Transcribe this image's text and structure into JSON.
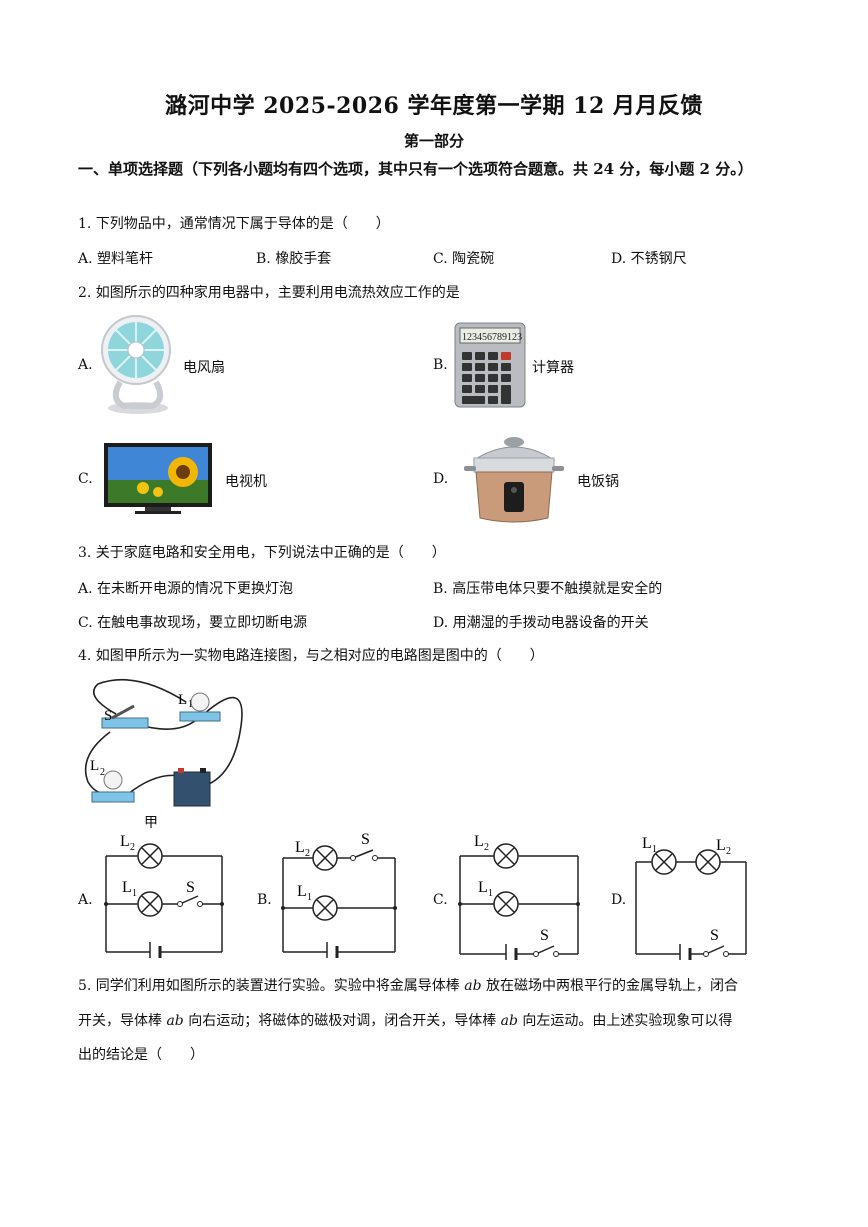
{
  "header": {
    "title": "潞河中学 2025-2026 学年度第一学期 12 月月反馈",
    "part": "第一部分",
    "section": "一、单项选择题（下列各小题均有四个选项，其中只有一个选项符合题意。共 24 分，每小题 2 分。）"
  },
  "q1": {
    "stem": "1. 下列物品中，通常情况下属于导体的是（　　）",
    "options": [
      "A. 塑料笔杆",
      "B. 橡胶手套",
      "C. 陶瓷碗",
      "D. 不锈钢尺"
    ]
  },
  "q2": {
    "stem": "2. 如图所示的四种家用电器中，主要利用电流热效应工作的是",
    "options": [
      {
        "letter": "A.",
        "caption": "电风扇"
      },
      {
        "letter": "B.",
        "caption": "计算器"
      },
      {
        "letter": "C.",
        "caption": "电视机"
      },
      {
        "letter": "D.",
        "caption": "电饭锅"
      }
    ],
    "calc_display": "123456789123"
  },
  "q3": {
    "stem": "3. 关于家庭电路和安全用电，下列说法中正确的是（　　）",
    "options": [
      "A. 在未断开电源的情况下更换灯泡",
      "B. 高压带电体只要不触摸就是安全的",
      "C. 在触电事故现场，要立即切断电源",
      "D. 用潮湿的手拨动电器设备的开关"
    ]
  },
  "q4": {
    "stem": "4. 如图甲所示为一实物电路连接图，与之相对应的电路图是图中的（　　）",
    "figure_caption": "甲",
    "labels": {
      "s": "S",
      "l": "L",
      "sub1": "1",
      "sub2": "2"
    },
    "options": [
      "A.",
      "B.",
      "C.",
      "D."
    ]
  },
  "q5": {
    "line1_a": "5. 同学们利用如图所示的装置进行实验。实验中将金属导体棒 ",
    "ab": "ab",
    "line1_b": " 放在磁场中两根平行的金属导轨上，闭合",
    "line2_a": "开关，导体棒 ",
    "line2_b": " 向右运动；将磁体的磁极对调，闭合开关，导体棒 ",
    "line2_c": " 向左运动。由上述实验现象可以得",
    "line3": "出的结论是（　　）"
  }
}
